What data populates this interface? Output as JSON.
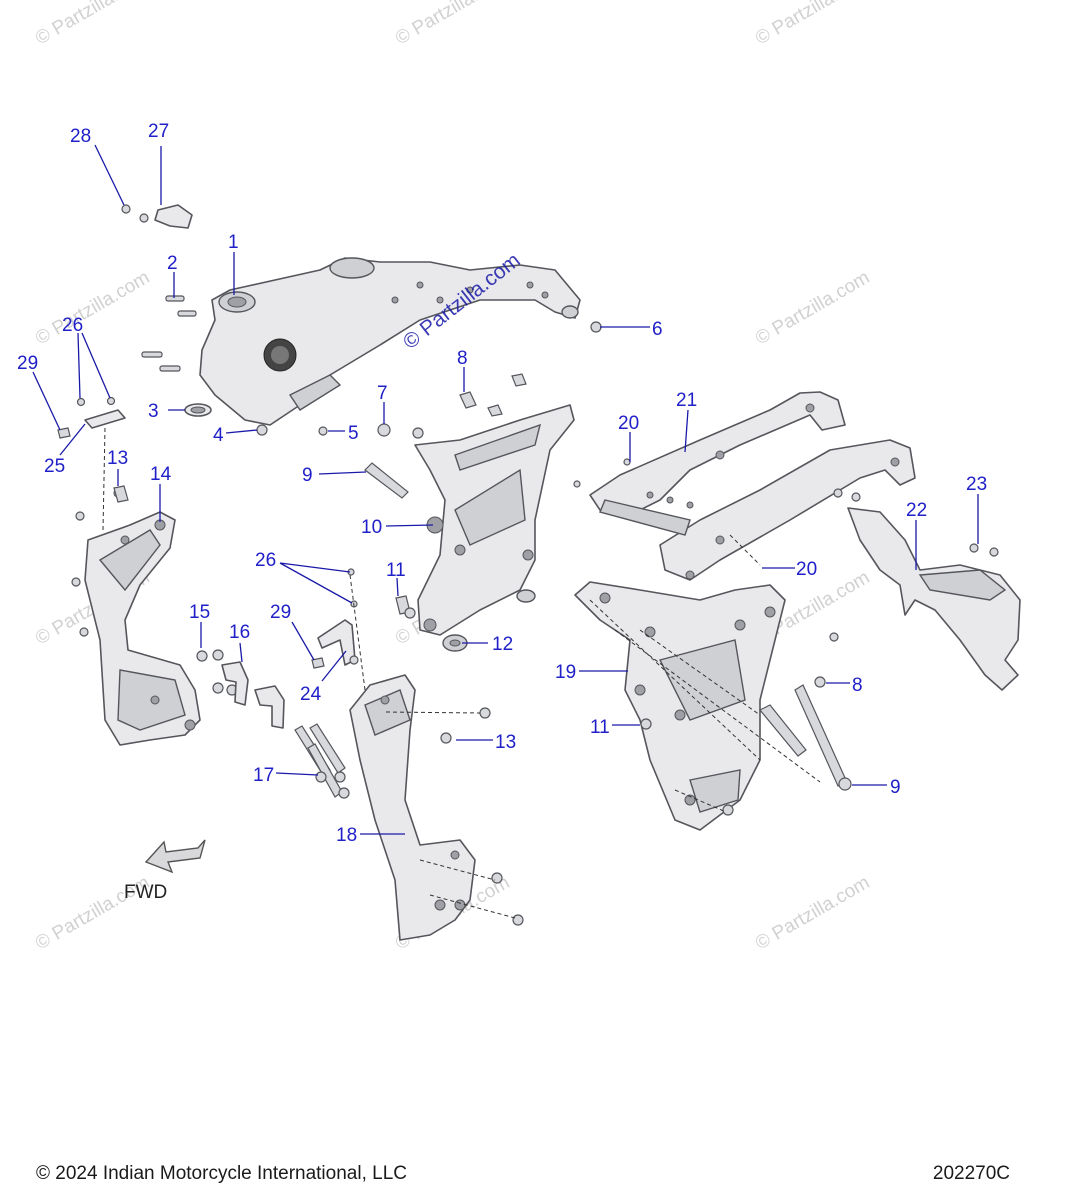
{
  "diagram": {
    "callouts": [
      {
        "id": "28",
        "label": "28"
      },
      {
        "id": "27",
        "label": "27"
      },
      {
        "id": "1",
        "label": "1"
      },
      {
        "id": "2",
        "label": "2"
      },
      {
        "id": "26a",
        "label": "26"
      },
      {
        "id": "29a",
        "label": "29"
      },
      {
        "id": "3",
        "label": "3"
      },
      {
        "id": "4",
        "label": "4"
      },
      {
        "id": "25",
        "label": "25"
      },
      {
        "id": "5",
        "label": "5"
      },
      {
        "id": "6",
        "label": "6"
      },
      {
        "id": "7",
        "label": "7"
      },
      {
        "id": "8a",
        "label": "8"
      },
      {
        "id": "13a",
        "label": "13"
      },
      {
        "id": "14",
        "label": "14"
      },
      {
        "id": "9a",
        "label": "9"
      },
      {
        "id": "10",
        "label": "10"
      },
      {
        "id": "20a",
        "label": "20"
      },
      {
        "id": "21",
        "label": "21"
      },
      {
        "id": "11a",
        "label": "11"
      },
      {
        "id": "12",
        "label": "12"
      },
      {
        "id": "26b",
        "label": "26"
      },
      {
        "id": "15",
        "label": "15"
      },
      {
        "id": "16",
        "label": "16"
      },
      {
        "id": "29b",
        "label": "29"
      },
      {
        "id": "24",
        "label": "24"
      },
      {
        "id": "17",
        "label": "17"
      },
      {
        "id": "18",
        "label": "18"
      },
      {
        "id": "13b",
        "label": "13"
      },
      {
        "id": "19",
        "label": "19"
      },
      {
        "id": "11b",
        "label": "11"
      },
      {
        "id": "8b",
        "label": "8"
      },
      {
        "id": "9b",
        "label": "9"
      },
      {
        "id": "20b",
        "label": "20"
      },
      {
        "id": "22",
        "label": "22"
      },
      {
        "id": "23",
        "label": "23"
      }
    ],
    "direction_label": "FWD",
    "watermark_main": "© Partzilla.com",
    "watermark_repeat": "© Partzilla.com",
    "colors": {
      "callout": "#2020c8",
      "part_fill": "#e9e9ec",
      "outline": "#55565c"
    }
  },
  "footer": {
    "copyright": "© 2024 Indian Motorcycle International, LLC",
    "drawing_number": "202270C"
  }
}
